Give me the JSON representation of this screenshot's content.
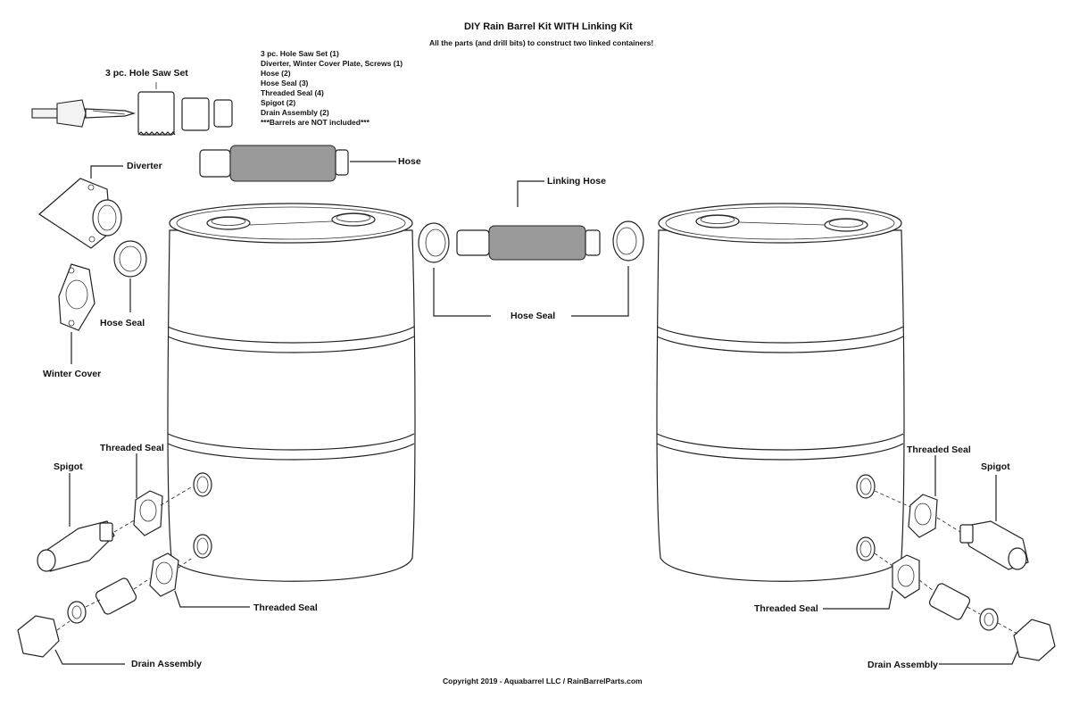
{
  "header": {
    "title": "DIY Rain Barrel Kit WITH Linking Kit",
    "subtitle": "All the parts (and drill bits) to construct two linked containers!"
  },
  "parts_list": [
    "3 pc. Hole Saw Set (1)",
    "Diverter, Winter Cover Plate, Screws (1)",
    "Hose (2)",
    "Hose Seal (3)",
    "Threaded Seal (4)",
    "Spigot (2)",
    "Drain Assembly (2)",
    "***Barrels are NOT included***"
  ],
  "labels": {
    "hole_saw_set": "3 pc. Hole Saw Set",
    "diverter": "Diverter",
    "hose": "Hose",
    "linking_hose": "Linking Hose",
    "hose_seal_left": "Hose Seal",
    "hose_seal_center": "Hose Seal",
    "winter_cover": "Winter Cover",
    "threaded_seal_left_top": "Threaded Seal",
    "threaded_seal_left_bottom": "Threaded Seal",
    "threaded_seal_right_top": "Threaded Seal",
    "threaded_seal_right_bottom": "Threaded Seal",
    "spigot_left": "Spigot",
    "spigot_right": "Spigot",
    "drain_assembly_left": "Drain Assembly",
    "drain_assembly_right": "Drain Assembly"
  },
  "footer": {
    "copyright": "Copyright 2019 - Aquabarrel LLC / RainBarrelParts.com"
  }
}
